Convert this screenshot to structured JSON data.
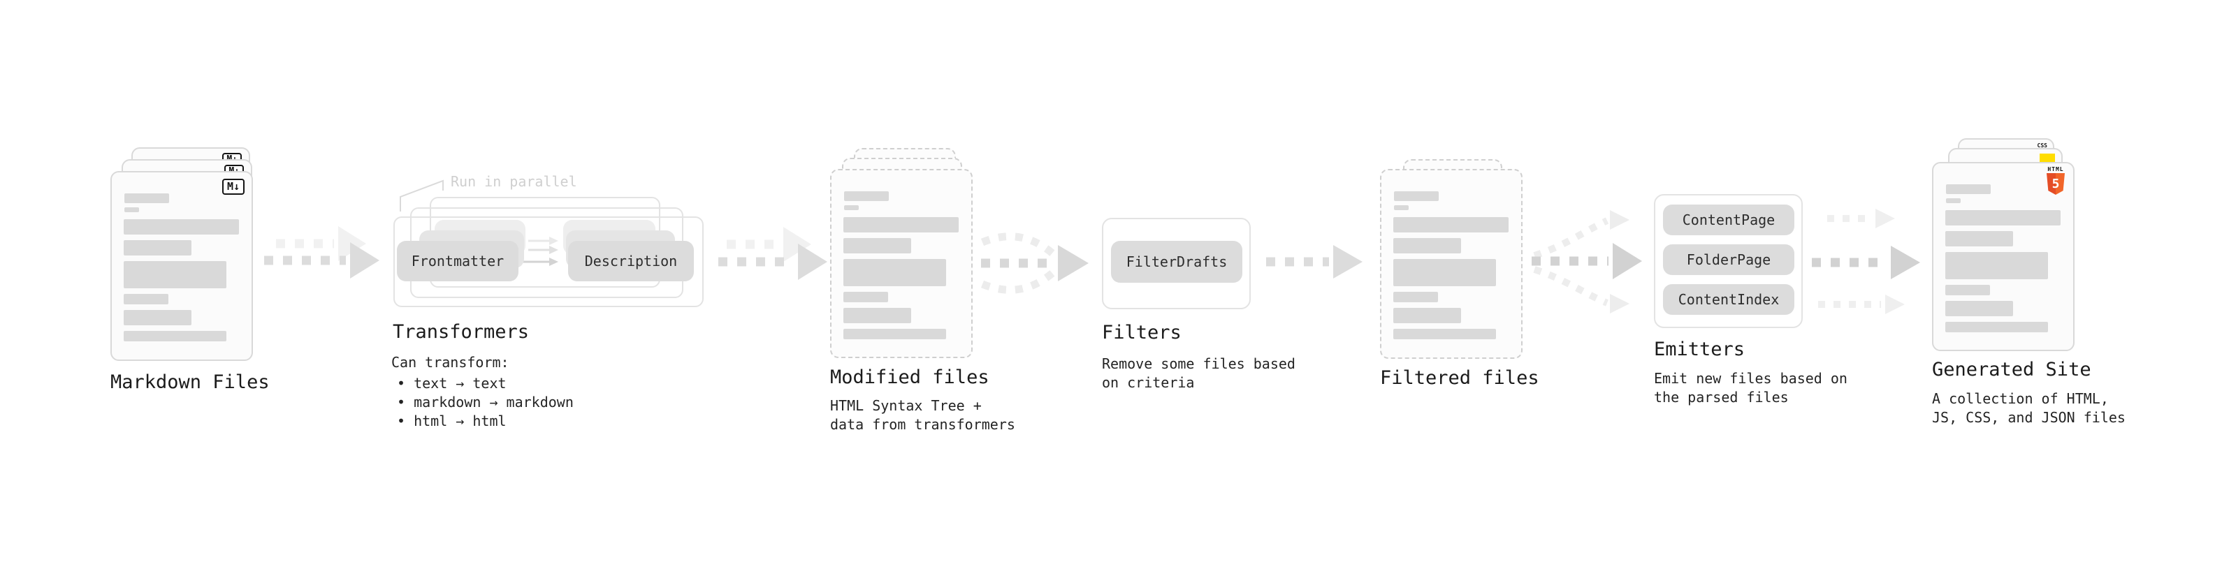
{
  "stages": {
    "markdown": {
      "label": "Markdown Files",
      "badge": "M↓"
    },
    "transformers": {
      "label": "Transformers",
      "annotation": "Run in parallel",
      "nodes": {
        "from": "Frontmatter",
        "to": "Description"
      },
      "caption_title": "Can transform:",
      "bullets": [
        "• text → text",
        "• markdown → markdown",
        "• html → html"
      ]
    },
    "modified": {
      "label": "Modified files",
      "caption": "HTML Syntax Tree +\ndata from transformers"
    },
    "filters": {
      "label": "Filters",
      "node": "FilterDrafts",
      "caption": "Remove some files based\non criteria"
    },
    "filtered": {
      "label": "Filtered files"
    },
    "emitters": {
      "label": "Emitters",
      "nodes": [
        "ContentPage",
        "FolderPage",
        "ContentIndex"
      ],
      "caption": "Emit new files based on\nthe parsed files"
    },
    "generated": {
      "label": "Generated Site",
      "caption": "A collection of HTML,\nJS, CSS, and JSON files",
      "badges": {
        "html_label": "HTML",
        "html_number": "5",
        "css": "CSS"
      }
    }
  },
  "colors": {
    "skeleton_bar": "#d9d9d9",
    "node_fill": "#dcdcdc",
    "group_border": "#e3e3e3",
    "arrow_main": "#dcdcdc",
    "arrow_emphasis": "#d2d2d2",
    "arrow_ghost": "#f1f1f1",
    "arrow_faint": "#ededed",
    "annotation_gray": "#cfcfcf",
    "html5_orange": "#f16529",
    "html5_orange_dark": "#e44d26",
    "js_yellow": "#ffdd00",
    "css_blue": "#2966f2"
  }
}
